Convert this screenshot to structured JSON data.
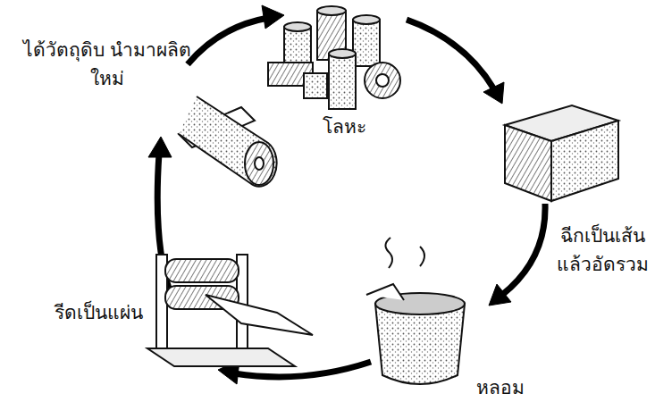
{
  "diagram": {
    "labels": [
      "ได้วัตถุดิบ นำมาผลิตใหม่",
      "โลหะ",
      "ฉีกเป็นเส้น แล้วอัดรวม",
      "รีดเป็นแผ่น",
      "หลอม"
    ]
  }
}
